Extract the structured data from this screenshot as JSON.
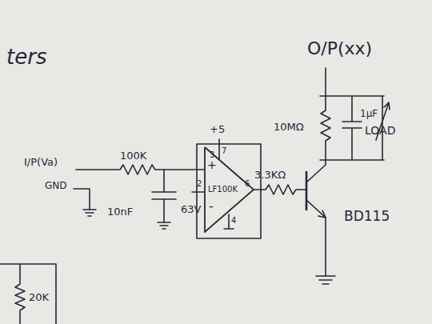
{
  "diagram": {
    "nodes": [
      {
        "text": [
          "LF100K"
        ]
      }
    ],
    "labels": [
      "ters",
      "I/P(Va)",
      "GND",
      "100K",
      "10nF",
      "63V",
      "+5",
      "3",
      "7",
      "2",
      "6",
      "4",
      "+",
      "-",
      "3.3KΩ",
      "O/P(xx)",
      "10MΩ",
      "1μF",
      "LOAD",
      "BD115",
      "20K"
    ]
  }
}
